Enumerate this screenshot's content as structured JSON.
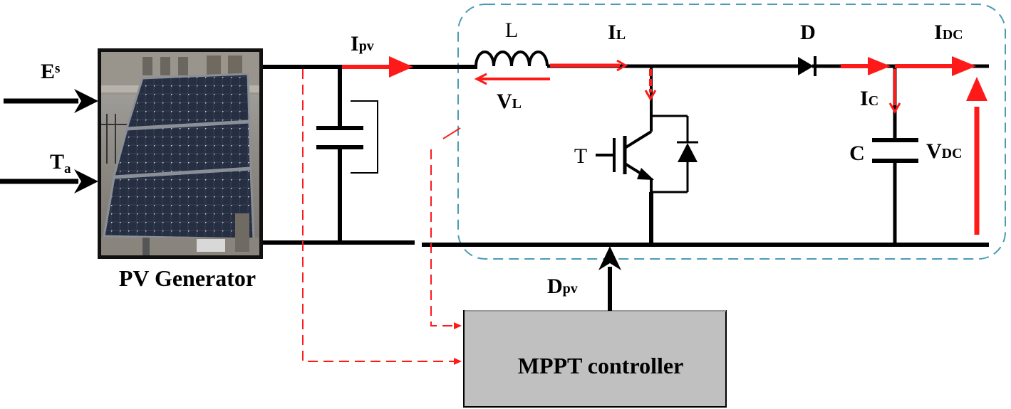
{
  "inputs": {
    "irradiance": {
      "main": "E",
      "sub": "s"
    },
    "temperature": {
      "main": "T",
      "sub": "a"
    }
  },
  "pv_generator": {
    "caption": "PV Generator"
  },
  "currents": {
    "pv": {
      "main": "I",
      "sub": "pv"
    },
    "inductor": {
      "main": "I",
      "sub": "L"
    },
    "dc": {
      "main": "I",
      "sub": "DC"
    },
    "capacitor": {
      "main": "I",
      "sub": "C"
    }
  },
  "voltages": {
    "inductor": {
      "main": "V",
      "sub": "L"
    },
    "dc": {
      "main": "V",
      "sub": "DC"
    }
  },
  "components": {
    "inductor": "L",
    "diode": "D",
    "switch": "T",
    "capacitor": "C"
  },
  "duty": {
    "main": "D",
    "sub": "pv"
  },
  "controller": {
    "label": "MPPT controller"
  },
  "colors": {
    "wire": "#000000",
    "current_flow": "#ff1a1a",
    "converter_boundary": "#4a9bb5",
    "controller_fill": "#c0c0c0",
    "panel_frame": "#111111"
  }
}
